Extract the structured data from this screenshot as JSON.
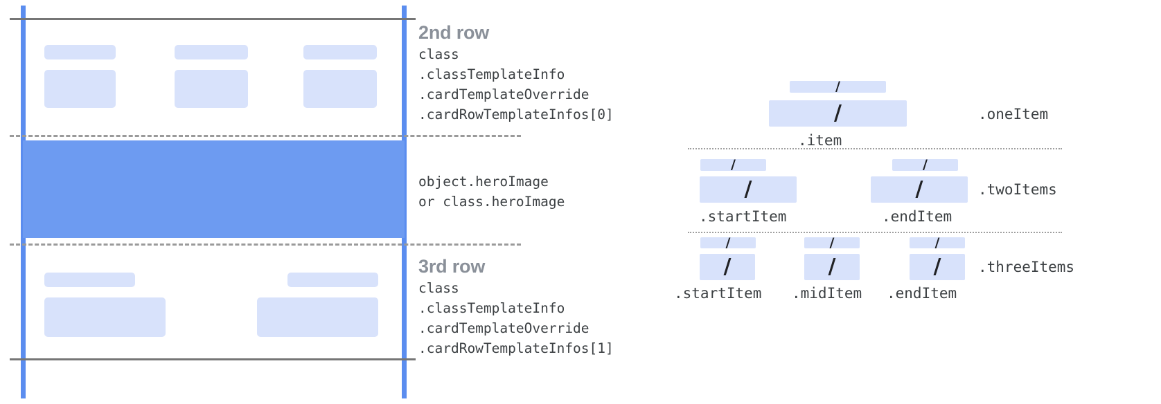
{
  "card": {
    "rows": [
      {
        "title": "2nd row",
        "code": "class\n.classTemplateInfo\n.cardTemplateOverride\n.cardRowTemplateInfos[0]"
      },
      {
        "title": "",
        "code": "object.heroImage\nor class.heroImage"
      },
      {
        "title": "3rd row",
        "code": "class\n.classTemplateInfo\n.cardTemplateOverride\n.cardRowTemplateInfos[1]"
      }
    ],
    "colors": {
      "guide_blue": "#5b8def",
      "hero_blue": "#6d9bf1",
      "placeholder_blue": "#d8e2fb",
      "rule_gray": "#767676",
      "title_gray": "#8a9099",
      "code_gray": "#3c4043"
    }
  },
  "items": {
    "slash_glyph": "/",
    "groups": [
      {
        "name": ".oneItem",
        "slots": [
          {
            "label": ".item"
          }
        ]
      },
      {
        "name": ".twoItems",
        "slots": [
          {
            "label": ".startItem"
          },
          {
            "label": ".endItem"
          }
        ]
      },
      {
        "name": ".threeItems",
        "slots": [
          {
            "label": ".startItem"
          },
          {
            "label": ".midItem"
          },
          {
            "label": ".endItem"
          }
        ]
      }
    ]
  }
}
